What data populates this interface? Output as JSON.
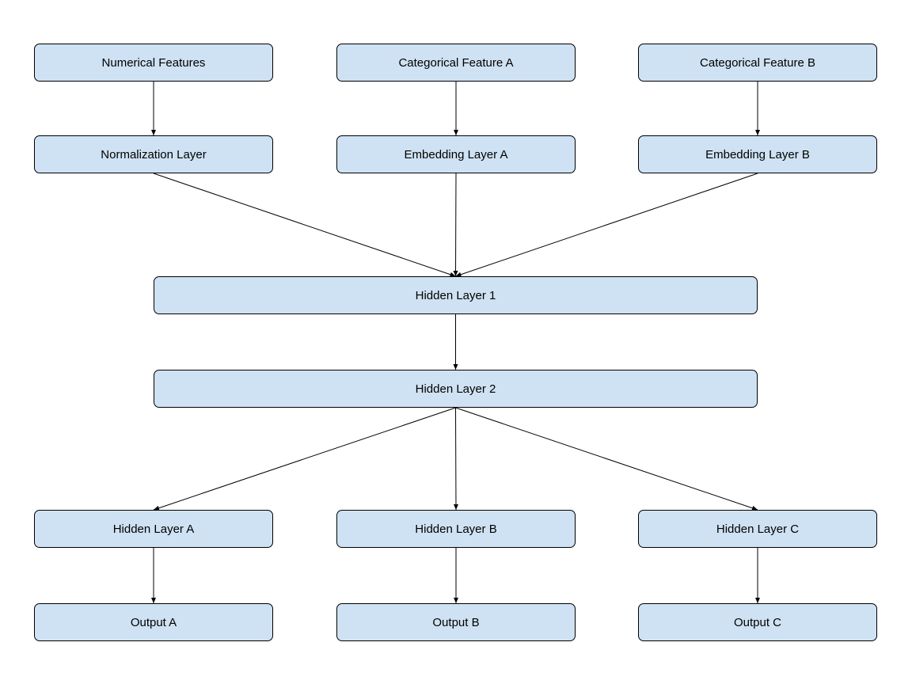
{
  "nodes": {
    "numerical_features": "Numerical Features",
    "categorical_feature_a": "Categorical Feature A",
    "categorical_feature_b": "Categorical Feature B",
    "normalization_layer": "Normalization Layer",
    "embedding_layer_a": "Embedding Layer A",
    "embedding_layer_b": "Embedding Layer B",
    "hidden_layer_1": "Hidden Layer 1",
    "hidden_layer_2": "Hidden Layer 2",
    "hidden_layer_a": "Hidden Layer A",
    "hidden_layer_b": "Hidden Layer B",
    "hidden_layer_c": "Hidden Layer C",
    "output_a": "Output A",
    "output_b": "Output B",
    "output_c": "Output C"
  },
  "edges": [
    {
      "from": "numerical_features",
      "to": "normalization_layer"
    },
    {
      "from": "categorical_feature_a",
      "to": "embedding_layer_a"
    },
    {
      "from": "categorical_feature_b",
      "to": "embedding_layer_b"
    },
    {
      "from": "normalization_layer",
      "to": "hidden_layer_1"
    },
    {
      "from": "embedding_layer_a",
      "to": "hidden_layer_1"
    },
    {
      "from": "embedding_layer_b",
      "to": "hidden_layer_1"
    },
    {
      "from": "hidden_layer_1",
      "to": "hidden_layer_2"
    },
    {
      "from": "hidden_layer_2",
      "to": "hidden_layer_a"
    },
    {
      "from": "hidden_layer_2",
      "to": "hidden_layer_b"
    },
    {
      "from": "hidden_layer_2",
      "to": "hidden_layer_c"
    },
    {
      "from": "hidden_layer_a",
      "to": "output_a"
    },
    {
      "from": "hidden_layer_b",
      "to": "output_b"
    },
    {
      "from": "hidden_layer_c",
      "to": "output_c"
    }
  ],
  "colors": {
    "node_fill": "#cfe2f3",
    "node_border": "#000000",
    "edge": "#000000"
  }
}
